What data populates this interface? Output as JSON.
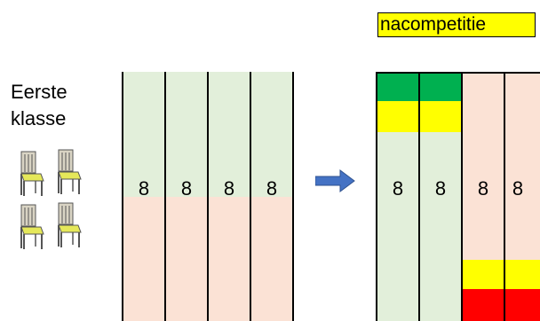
{
  "title_line1": "Eerste",
  "title_line2": "klasse",
  "tag_label": "nacompetitie",
  "left_values": [
    "8",
    "8",
    "8",
    "8"
  ],
  "right_values": [
    "8",
    "8",
    "8",
    "8"
  ],
  "icons": {
    "chairs": "chair-icon",
    "arrow": "arrow-right-icon"
  },
  "colors": {
    "green_light": "#e2efda",
    "pink_light": "#fbe2d5",
    "green": "#00b050",
    "yellow": "#ffff00",
    "red": "#ff0000",
    "arrow": "#4472c4"
  }
}
